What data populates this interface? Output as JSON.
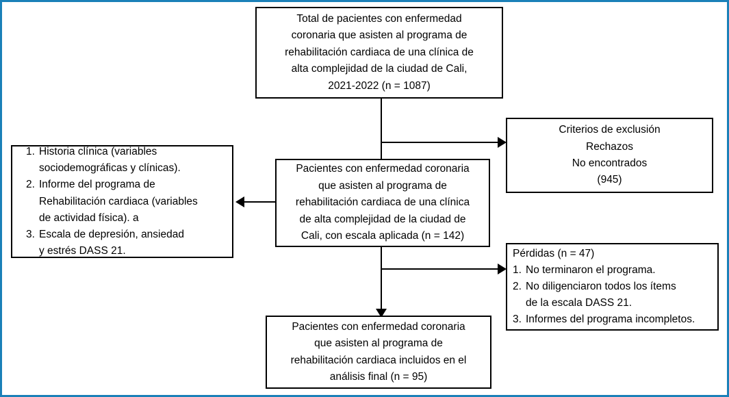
{
  "figure": {
    "type": "flowchart",
    "frame_color": "#1b80b8",
    "box_border_color": "#000000",
    "background_color": "#ffffff",
    "text_color": "#000000"
  },
  "nodes": {
    "total_patients": {
      "text": "Total de pacientes con enfermedad\ncoronaria que asisten al programa de\nrehabilitación cardiaca de una clínica de\nalta complejidad de la ciudad de Cali,\n2021-2022 (n = 1087)",
      "n": 1087
    },
    "exclusion": {
      "text": "Criterios de exclusión\nRechazos\nNo encontrados\n(945)",
      "n": 945
    },
    "instruments": {
      "items": [
        {
          "num": "1.",
          "body": "Historia clínica (variables\nsociodemográficas y clínicas)."
        },
        {
          "num": "2.",
          "body": "Informe del programa de\nRehabilitación cardiaca (variables\nde actividad física). a"
        },
        {
          "num": "3.",
          "body": "Escala de depresión, ansiedad\ny estrés DASS 21."
        }
      ]
    },
    "with_scale": {
      "text": "Pacientes con enfermedad coronaria\nque asisten al programa de\nrehabilitación cardiaca de una clínica\nde alta complejidad de la ciudad de\nCali, con escala aplicada (n = 142)",
      "n": 142
    },
    "losses": {
      "lead": "Pérdidas (n = 47)",
      "n": 47,
      "items": [
        {
          "num": "1.",
          "body": "No terminaron el programa."
        },
        {
          "num": "2.",
          "body": "No diligenciaron todos los ítems\n de la escala DASS 21."
        },
        {
          "num": "3.",
          "body": "Informes del programa incompletos."
        }
      ]
    },
    "final_analysis": {
      "text": "Pacientes con enfermedad coronaria\nque asisten al programa de\nrehabilitación cardiaca incluidos en el\nanálisis final (n = 95)",
      "n": 95
    }
  }
}
